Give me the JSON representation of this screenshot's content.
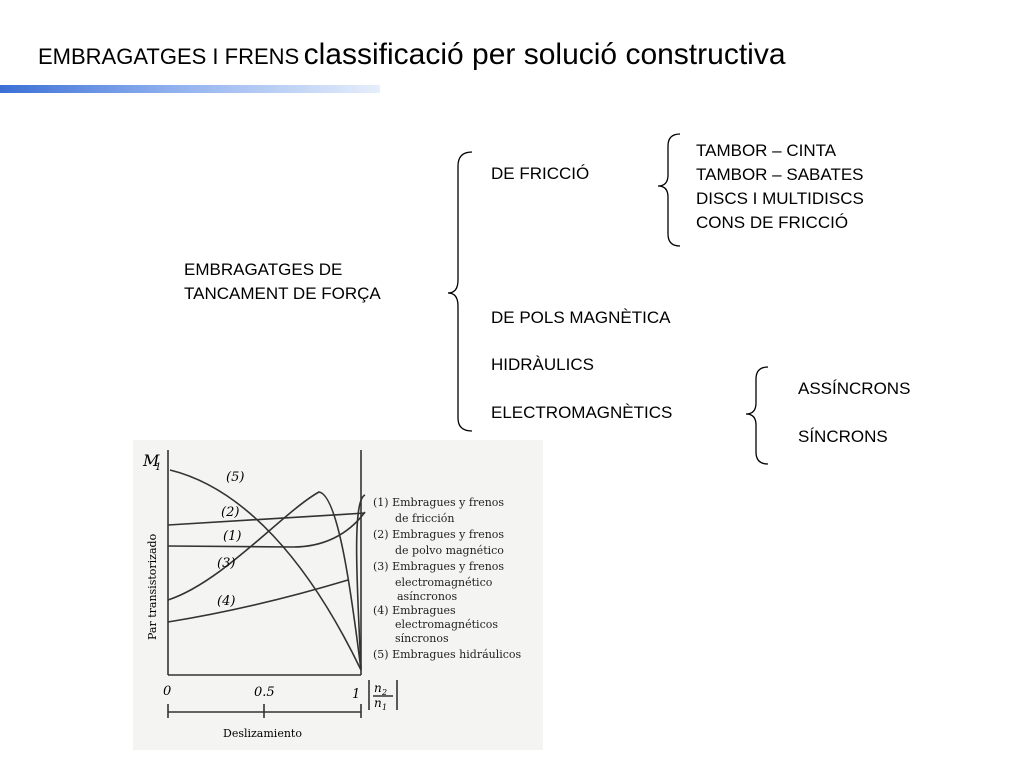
{
  "header": {
    "title_small": "EMBRAGATGES I FRENS",
    "title_big": "classificació per solució constructiva"
  },
  "tree": {
    "root": [
      "EMBRAGATGES DE",
      "TANCAMENT DE FORÇA"
    ],
    "level1": [
      "DE FRICCIÓ",
      "DE POLS MAGNÈTICA",
      "HIDRÀULICS",
      "ELECTROMAGNÈTICS"
    ],
    "friccio_types": [
      "TAMBOR – CINTA",
      "TAMBOR – SABATES",
      "DISCS I MULTIDISCS",
      "CONS DE FRICCIÓ"
    ],
    "electro_types": [
      "ASSÍNCRONS",
      "SÍNCRONS"
    ]
  },
  "figure": {
    "y_axis": "M",
    "y_sub": "1",
    "y_label": "Par transistorizado",
    "x_ticks": [
      "0",
      "0.5",
      "1"
    ],
    "x_ratio_num": "n",
    "x_ratio_num_sub": "2",
    "x_ratio_den": "n",
    "x_ratio_den_sub": "1",
    "x_label": "Deslizamiento",
    "curve_labels": [
      "(5)",
      "(2)",
      "(1)",
      "(3)",
      "(4)"
    ],
    "legend": [
      "(1)  Embragues y frenos",
      "de fricción",
      "(2)  Embragues y frenos",
      "de polvo magnético",
      "(3)  Embragues y frenos",
      "electromagnético",
      "asíncronos",
      "(4)  Embragues",
      "electromagnéticos",
      "síncronos",
      "(5)  Embragues hidráulicos"
    ]
  }
}
